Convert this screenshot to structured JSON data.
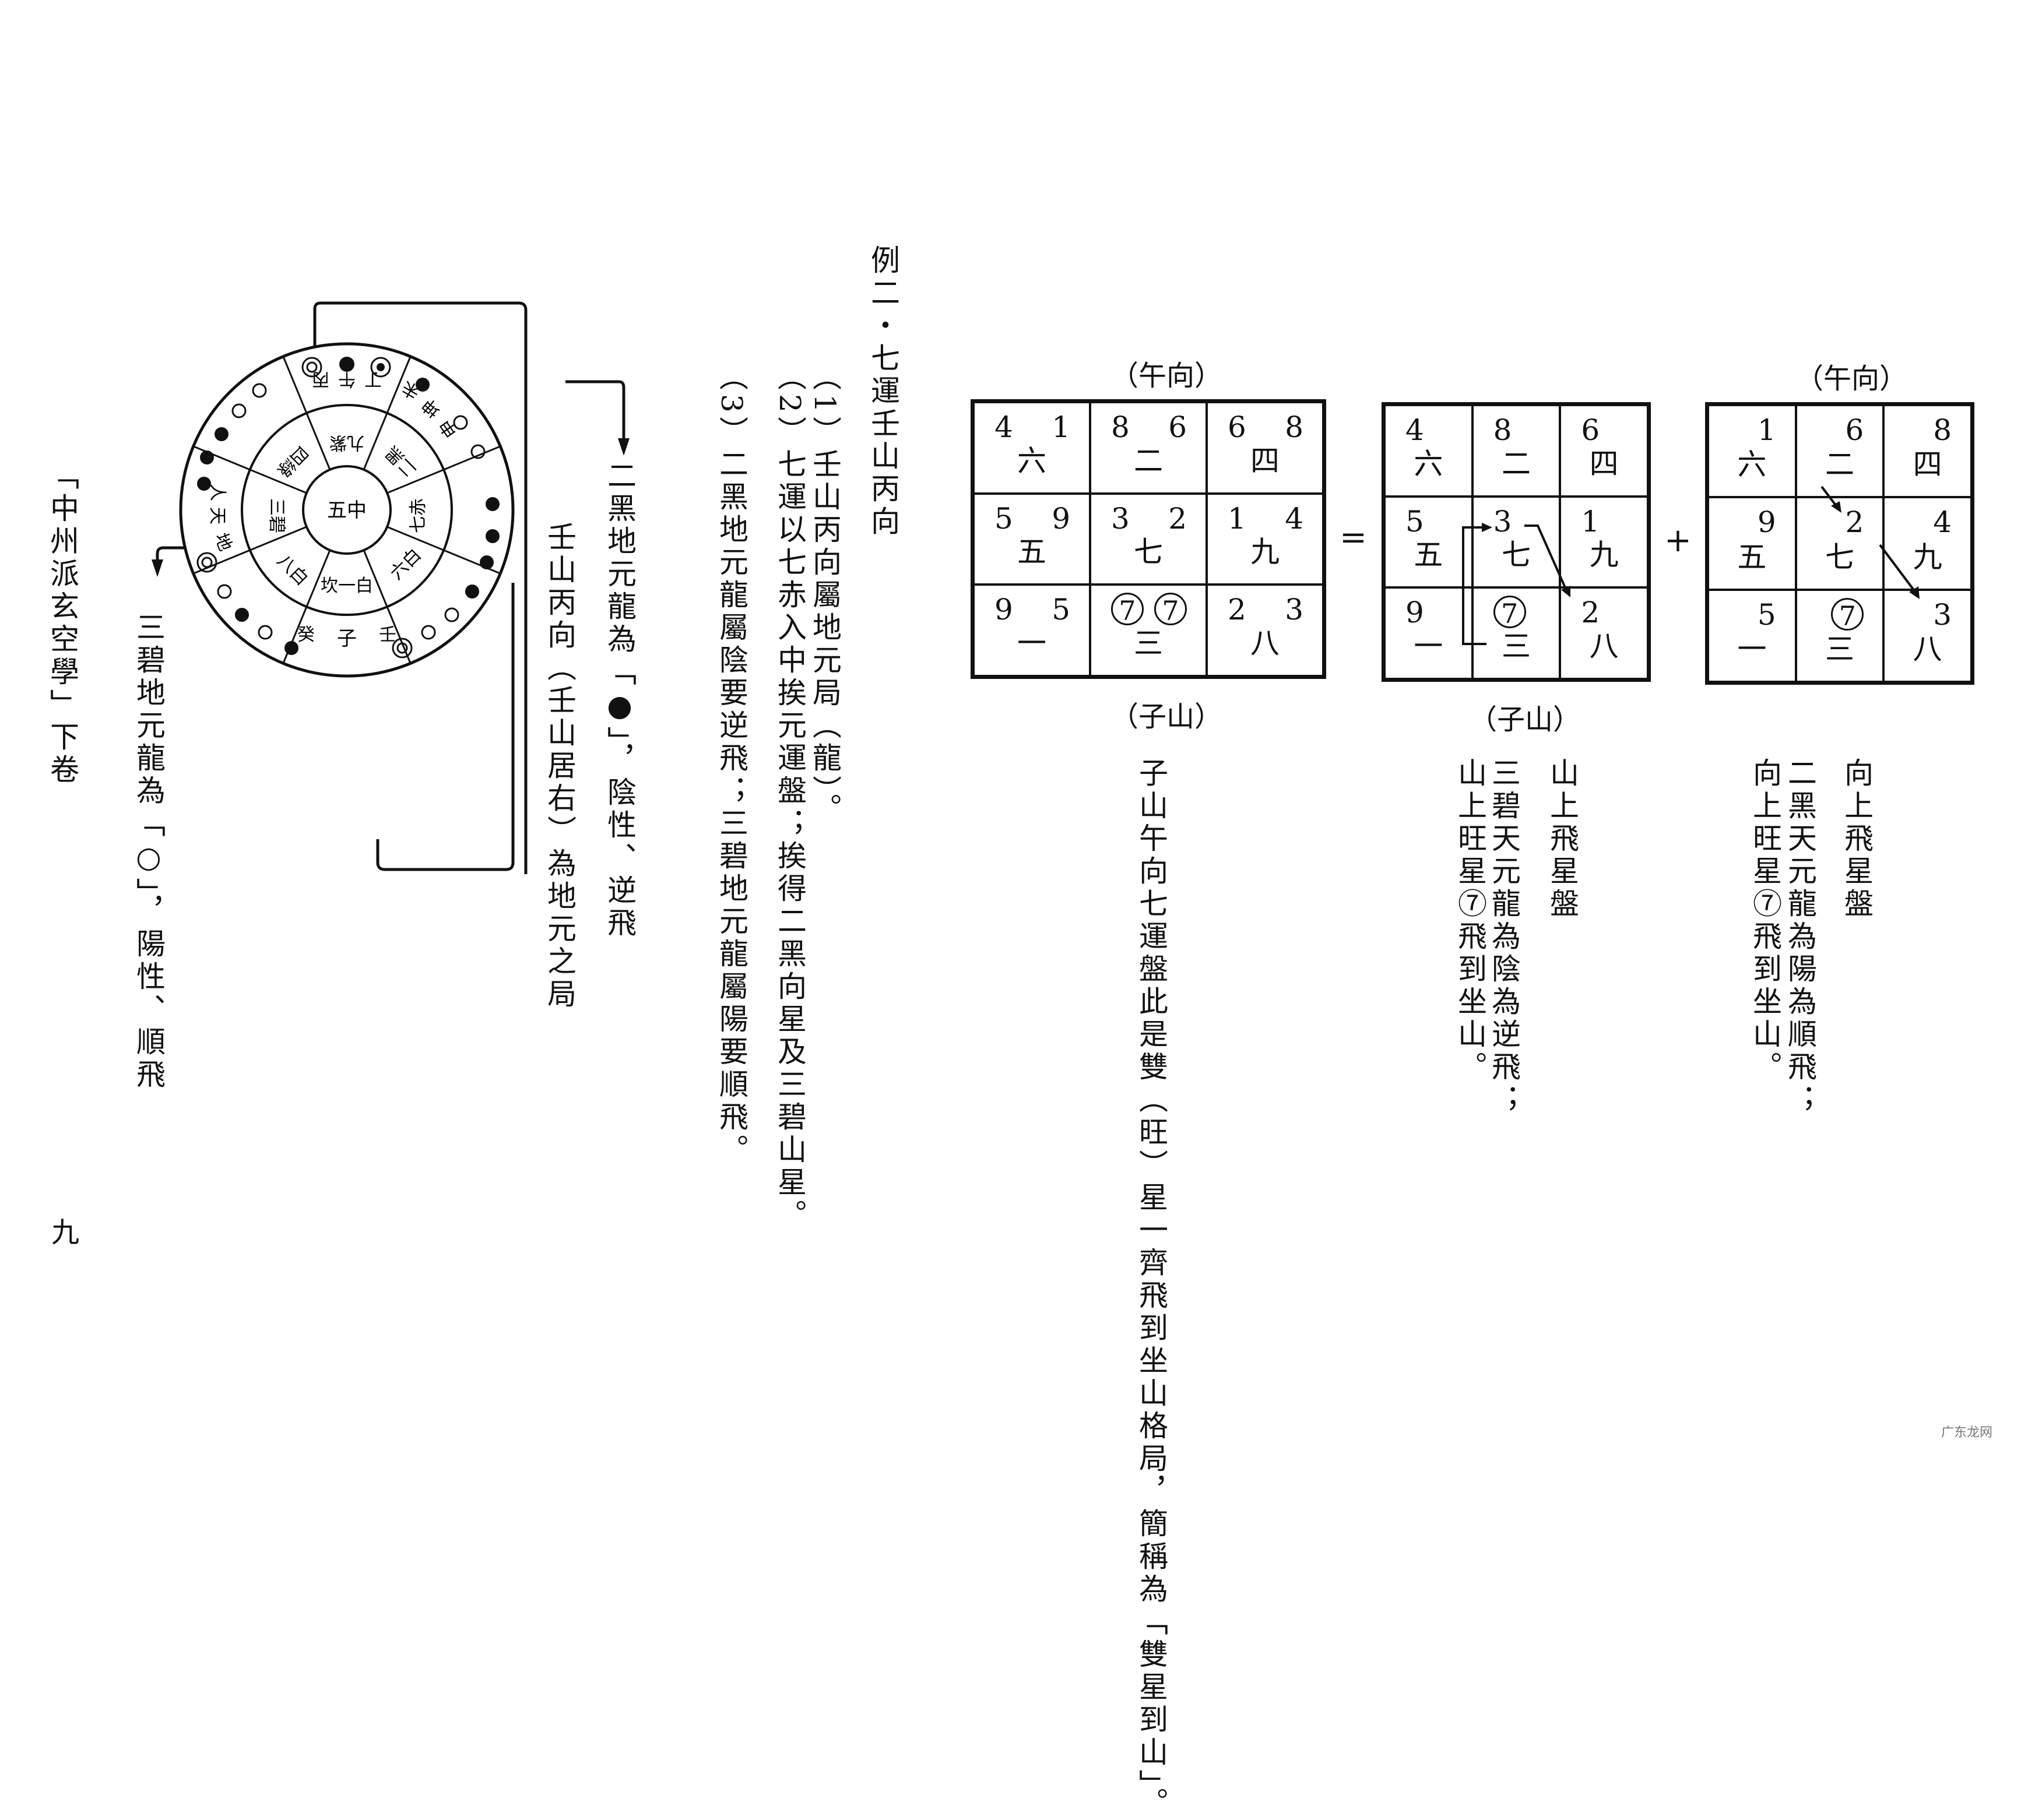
{
  "footer": {
    "book_title": "「中州派玄空學」下卷",
    "page_number": "九"
  },
  "watermark": "广东龙网",
  "wheel": {
    "center": "五中",
    "inner": [
      "坎一白",
      "六白",
      "七赤",
      "二黑",
      "九紫",
      "四綠",
      "三碧",
      "八白"
    ],
    "mountains": [
      "子",
      "癸",
      "壬",
      "丁",
      "午",
      "丙",
      "未",
      "坤",
      "申",
      "人",
      "天",
      "地"
    ]
  },
  "annotations": {
    "black": "二黑地元龍為「●」，陰性、逆飛",
    "white": "三碧地元龍為「○」，陽性、順飛",
    "mountain": "壬山丙向（壬山居右）為地元之局"
  },
  "example": {
    "title": "例二・七運壬山丙向",
    "points": [
      "（1）壬山丙向屬地元局（龍）。",
      "（2）七運以七赤入中挨元運盤；挨得二黑向星及三碧山星。",
      "（3）二黑地元龍屬陰要逆飛；三碧地元龍屬陽要順飛。"
    ]
  },
  "chart1": {
    "top_label": "（午向）",
    "bottom_label": "（子山）",
    "cells": [
      {
        "l": "4",
        "r": "1",
        "b": "六"
      },
      {
        "l": "8",
        "r": "6",
        "b": "二"
      },
      {
        "l": "6",
        "r": "8",
        "b": "四"
      },
      {
        "l": "5",
        "r": "9",
        "b": "五"
      },
      {
        "l": "3",
        "r": "2",
        "b": "七"
      },
      {
        "l": "1",
        "r": "4",
        "b": "九"
      },
      {
        "l": "9",
        "r": "5",
        "b": "一"
      },
      {
        "l": "7",
        "r": "7",
        "b": "三"
      },
      {
        "l": "2",
        "r": "3",
        "b": "八"
      }
    ],
    "note": "子山午向七運盤此是雙（旺）星一齊飛到坐山格局，簡稱為「雙星到山」。"
  },
  "chart2": {
    "bottom_label": "（子山）",
    "cells": [
      {
        "n": "4",
        "b": "六"
      },
      {
        "n": "8",
        "b": "二"
      },
      {
        "n": "6",
        "b": "四"
      },
      {
        "n": "5",
        "b": "五"
      },
      {
        "n": "3",
        "b": "七"
      },
      {
        "n": "1",
        "b": "九"
      },
      {
        "n": "9",
        "b": "一"
      },
      {
        "n": "7",
        "b": "三"
      },
      {
        "n": "2",
        "b": "八"
      }
    ],
    "title": "山上飛星盤",
    "note1": "三碧天元龍為陰為逆飛；",
    "note2": "山上旺星⑦飛到坐山。"
  },
  "chart3": {
    "top_label": "（午向）",
    "cells": [
      {
        "n": "1",
        "b": "六"
      },
      {
        "n": "6",
        "b": "二"
      },
      {
        "n": "8",
        "b": "四"
      },
      {
        "n": "9",
        "b": "五"
      },
      {
        "n": "2",
        "b": "七"
      },
      {
        "n": "4",
        "b": "九"
      },
      {
        "n": "5",
        "b": "一"
      },
      {
        "n": "7",
        "b": "三"
      },
      {
        "n": "3",
        "b": "八"
      }
    ],
    "title": "向上飛星盤",
    "note1": "二黑天元龍為陽為順飛；",
    "note2": "向上旺星⑦飛到坐山。"
  },
  "operators": {
    "equals": "=",
    "plus": "+"
  }
}
